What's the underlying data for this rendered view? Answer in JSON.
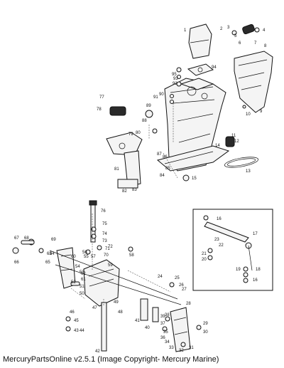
{
  "footer": {
    "caption": "MercuryPartsOnline v2.5.1 (Image Copyright- Mercury Marine)"
  },
  "callouts": [
    {
      "id": "c1",
      "text": "1"
    },
    {
      "id": "c2",
      "text": "2"
    },
    {
      "id": "c3",
      "text": "3"
    },
    {
      "id": "c4",
      "text": "4"
    },
    {
      "id": "c5",
      "text": "5"
    },
    {
      "id": "c6",
      "text": "6"
    },
    {
      "id": "c7",
      "text": "7"
    },
    {
      "id": "c8",
      "text": "8"
    },
    {
      "id": "c9",
      "text": "9"
    },
    {
      "id": "c10",
      "text": "10"
    },
    {
      "id": "c11",
      "text": "11"
    },
    {
      "id": "c12",
      "text": "12"
    },
    {
      "id": "c13",
      "text": "13"
    },
    {
      "id": "c14",
      "text": "14"
    },
    {
      "id": "c15",
      "text": "15"
    },
    {
      "id": "c16a",
      "text": "16"
    },
    {
      "id": "c16b",
      "text": "16"
    },
    {
      "id": "c17",
      "text": "17"
    },
    {
      "id": "c18",
      "text": "18"
    },
    {
      "id": "c19",
      "text": "19"
    },
    {
      "id": "c20",
      "text": "20"
    },
    {
      "id": "c21",
      "text": "21"
    },
    {
      "id": "c22",
      "text": "22"
    },
    {
      "id": "c23",
      "text": "23"
    },
    {
      "id": "c24",
      "text": "24"
    },
    {
      "id": "c25",
      "text": "25"
    },
    {
      "id": "c26",
      "text": "26"
    },
    {
      "id": "c27",
      "text": "27"
    },
    {
      "id": "c28",
      "text": "28"
    },
    {
      "id": "c29",
      "text": "29"
    },
    {
      "id": "c30",
      "text": "30"
    },
    {
      "id": "c31",
      "text": "31"
    },
    {
      "id": "c32",
      "text": "32"
    },
    {
      "id": "c33",
      "text": "33"
    },
    {
      "id": "c34",
      "text": "34"
    },
    {
      "id": "c35",
      "text": "35"
    },
    {
      "id": "c36",
      "text": "36"
    },
    {
      "id": "c37",
      "text": "37"
    },
    {
      "id": "c38",
      "text": "38"
    },
    {
      "id": "c39",
      "text": "39"
    },
    {
      "id": "c40",
      "text": "40"
    },
    {
      "id": "c41",
      "text": "41"
    },
    {
      "id": "c42",
      "text": "42"
    },
    {
      "id": "c43",
      "text": "43"
    },
    {
      "id": "c44",
      "text": "44"
    },
    {
      "id": "c45",
      "text": "45"
    },
    {
      "id": "c46",
      "text": "46"
    },
    {
      "id": "c47",
      "text": "47"
    },
    {
      "id": "c48",
      "text": "48"
    },
    {
      "id": "c49",
      "text": "49"
    },
    {
      "id": "c50",
      "text": "50"
    },
    {
      "id": "c51",
      "text": "51"
    },
    {
      "id": "c52",
      "text": "52"
    },
    {
      "id": "c53",
      "text": "53"
    },
    {
      "id": "c54",
      "text": "54"
    },
    {
      "id": "c55",
      "text": "55"
    },
    {
      "id": "c56",
      "text": "56"
    },
    {
      "id": "c57",
      "text": "57"
    },
    {
      "id": "c58",
      "text": "58"
    },
    {
      "id": "c59",
      "text": "59"
    },
    {
      "id": "c60",
      "text": "60"
    },
    {
      "id": "c61",
      "text": "61"
    },
    {
      "id": "c62",
      "text": "62"
    },
    {
      "id": "c63",
      "text": "63"
    },
    {
      "id": "c64",
      "text": "64"
    },
    {
      "id": "c65",
      "text": "65"
    },
    {
      "id": "c66",
      "text": "66"
    },
    {
      "id": "c67",
      "text": "67"
    },
    {
      "id": "c68",
      "text": "68"
    },
    {
      "id": "c69",
      "text": "69"
    },
    {
      "id": "c70",
      "text": "70"
    },
    {
      "id": "c71",
      "text": "71"
    },
    {
      "id": "c72",
      "text": "72"
    },
    {
      "id": "c73",
      "text": "73"
    },
    {
      "id": "c74",
      "text": "74"
    },
    {
      "id": "c75",
      "text": "75"
    },
    {
      "id": "c76",
      "text": "76"
    },
    {
      "id": "c77",
      "text": "77"
    },
    {
      "id": "c78",
      "text": "78"
    },
    {
      "id": "c79",
      "text": "79"
    },
    {
      "id": "c80",
      "text": "80"
    },
    {
      "id": "c81",
      "text": "81"
    },
    {
      "id": "c82",
      "text": "82"
    },
    {
      "id": "c83",
      "text": "83"
    },
    {
      "id": "c84",
      "text": "84"
    },
    {
      "id": "c85",
      "text": "85"
    },
    {
      "id": "c86",
      "text": "86"
    },
    {
      "id": "c87",
      "text": "87"
    },
    {
      "id": "c88",
      "text": "88"
    },
    {
      "id": "c89",
      "text": "89"
    },
    {
      "id": "c90",
      "text": "90"
    },
    {
      "id": "c91",
      "text": "91"
    },
    {
      "id": "c92",
      "text": "92"
    },
    {
      "id": "c93",
      "text": "93"
    },
    {
      "id": "c94",
      "text": "94"
    },
    {
      "id": "c95",
      "text": "95"
    }
  ]
}
